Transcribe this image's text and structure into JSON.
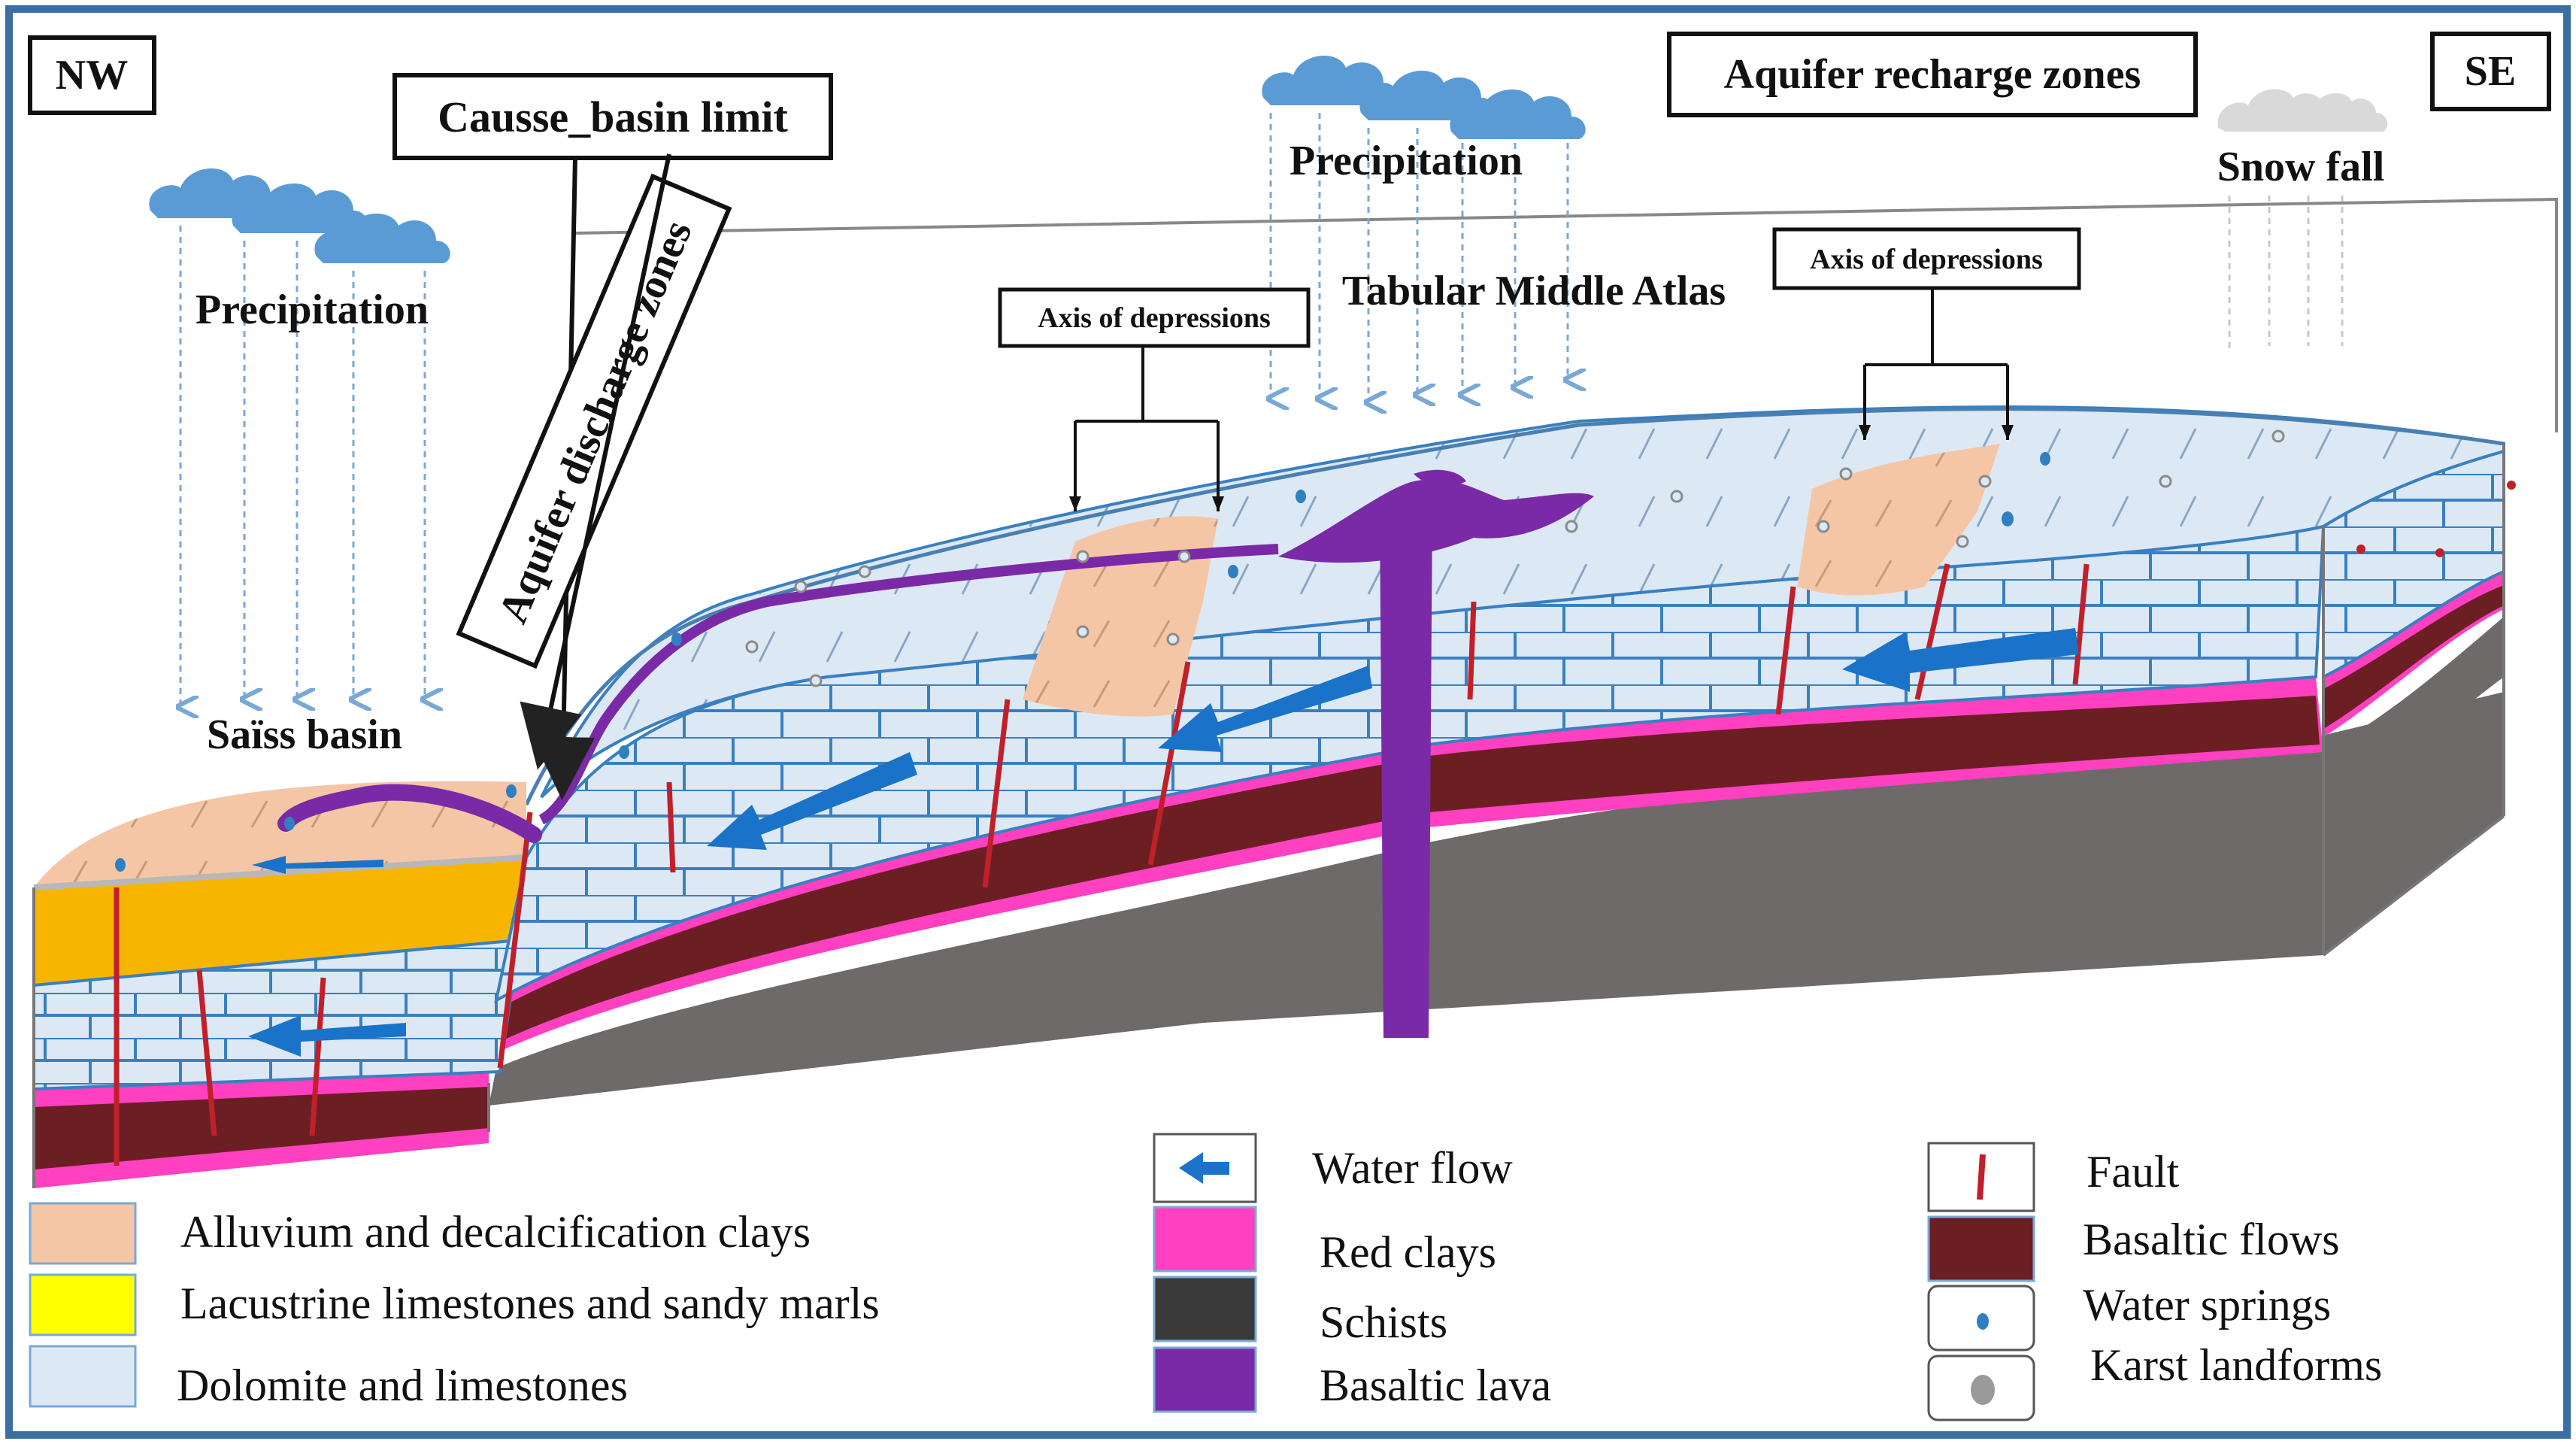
{
  "labels": {
    "nw": "NW",
    "se": "SE",
    "causse_limit": "Causse_basin limit",
    "discharge": "Aquifer discharge zones",
    "recharge": "Aquifer recharge zones",
    "precip_left": "Precipitation",
    "precip_center": "Precipitation",
    "snow": "Snow fall",
    "tabular": "Tabular Middle Atlas",
    "axis_left": "Axis of depressions",
    "axis_right": "Axis of depressions",
    "saiss": "Saïss basin"
  },
  "legend": [
    {
      "label": "Alluvium and decalcification clays",
      "color": "#f5c6a5"
    },
    {
      "label": "Lacustrine limestones and sandy marls",
      "color": "#ffff00"
    },
    {
      "label": "Dolomite and limestones",
      "color": "#dce9f5"
    },
    {
      "label": "Water flow",
      "color": "#1a73c8"
    },
    {
      "label": "Red clays",
      "color": "#ff40c0"
    },
    {
      "label": "Schists",
      "color": "#3a3a3a"
    },
    {
      "label": "Basaltic lava",
      "color": "#7a2aa6"
    },
    {
      "label": "Fault",
      "color": "#c0202a"
    },
    {
      "label": "Basaltic flows",
      "color": "#6b1f22"
    },
    {
      "label": "Water springs",
      "color": "#2f7fc1"
    },
    {
      "label": "Karst landforms",
      "color": "#9a9a9a"
    }
  ]
}
